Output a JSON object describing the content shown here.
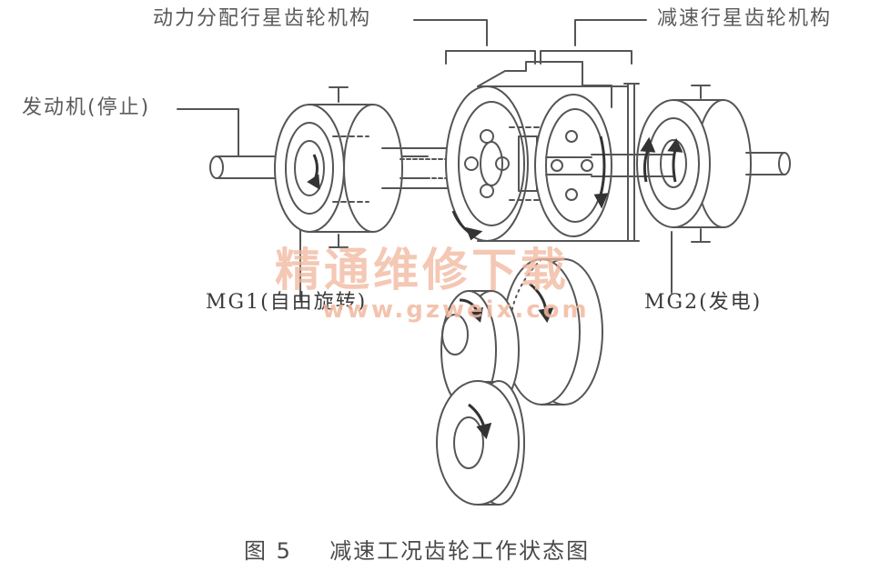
{
  "labels": {
    "power_split_planetary": "动力分配行星齿轮机构",
    "reduction_planetary": "减速行星齿轮机构",
    "engine": "发动机(停止)",
    "mg1": "MG1(自由旋转)",
    "mg2": "MG2(发电)"
  },
  "watermark": {
    "text": "精通维修下载",
    "url": "www.gzweix.com"
  },
  "caption": {
    "figure_number": "图 5",
    "title": "减速工况齿轮工作状态图"
  },
  "colors": {
    "line": "#555555",
    "label": "#5a5a5a",
    "watermark": "#f1b9a0"
  }
}
